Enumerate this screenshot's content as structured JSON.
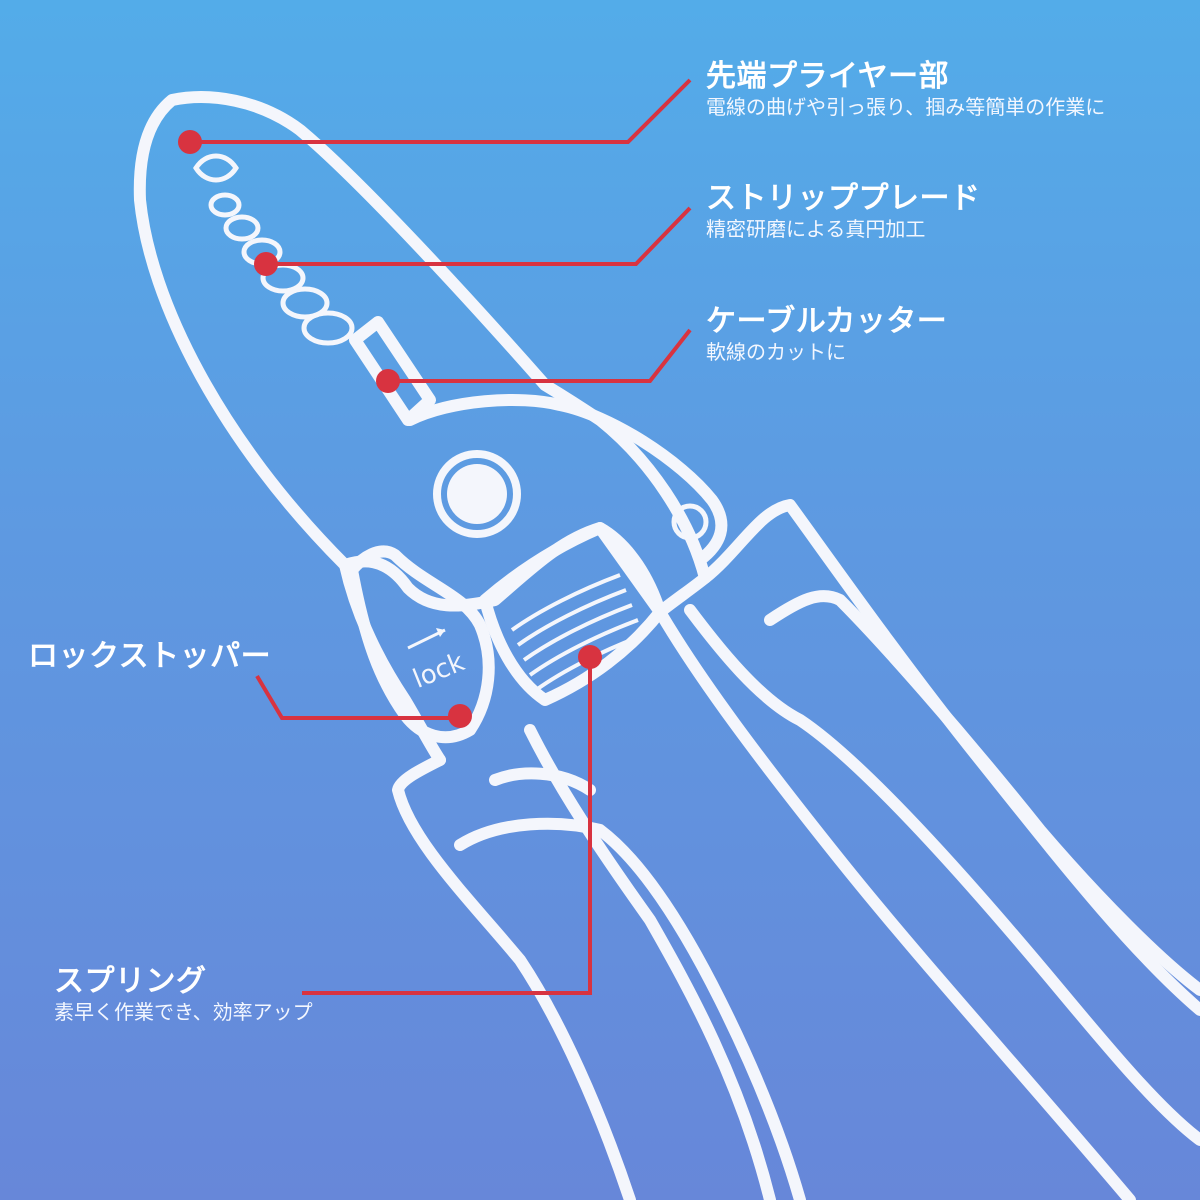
{
  "colors": {
    "background_top": "#53ace9",
    "background_bottom": "#6787d9",
    "outline": "#f4f6fc",
    "callout": "#d83340"
  },
  "callouts": {
    "tip": {
      "title": "先端プライヤー部",
      "description": "電線の曲げや引っ張り、掴み等簡単の作業に"
    },
    "strip_blade": {
      "title": "ストリッププレード",
      "description": "精密研磨による真円加工"
    },
    "cable_cutter": {
      "title": "ケーブルカッター",
      "description": "軟線のカットに"
    },
    "lock_stopper": {
      "title": "ロックストッパー"
    },
    "spring": {
      "title": "スプリング",
      "description": "素早く作業でき、効率アップ"
    }
  },
  "tool": {
    "lock_label": "lock",
    "lock_arrow_icon": "arrow-right-icon"
  }
}
